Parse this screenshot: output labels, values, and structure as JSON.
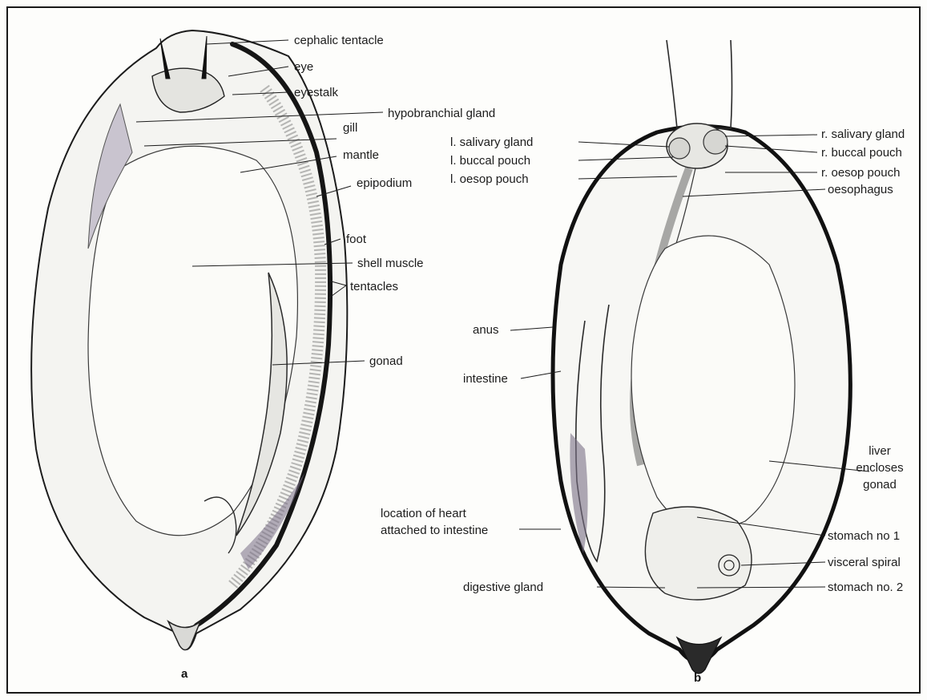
{
  "panel_a": {
    "caption": "a",
    "labels": {
      "cephalic_tentacle": "cephalic tentacle",
      "eye": "eye",
      "eyestalk": "eyestalk",
      "hypobranchial_gland": "hypobranchial gland",
      "gill": "gill",
      "mantle": "mantle",
      "epipodium": "epipodium",
      "foot": "foot",
      "shell_muscle": "shell muscle",
      "tentacles": "tentacles",
      "gonad": "gonad"
    }
  },
  "panel_b": {
    "caption": "b",
    "labels": {
      "l_salivary_gland": "l. salivary gland",
      "l_buccal_pouch": "l. buccal pouch",
      "l_oesop_pouch": "l. oesop pouch",
      "r_salivary_gland": "r. salivary gland",
      "r_buccal_pouch": "r. buccal pouch",
      "r_oesop_pouch": "r. oesop pouch",
      "oesophagus": "oesophagus",
      "anus": "anus",
      "intestine": "intestine",
      "liver_line1": "liver",
      "liver_line2": "encloses",
      "liver_line3": "gonad",
      "heart_line1": "location of heart",
      "heart_line2": "attached to intestine",
      "stomach_1": "stomach no 1",
      "visceral_spiral": "visceral spiral",
      "digestive_gland": "digestive gland",
      "stomach_2": "stomach no. 2"
    }
  },
  "colors": {
    "ink": "#1c1c1c",
    "paper": "#fdfdfb",
    "shade": "#9a9a9a",
    "accent_shade": "#7a6f86"
  }
}
